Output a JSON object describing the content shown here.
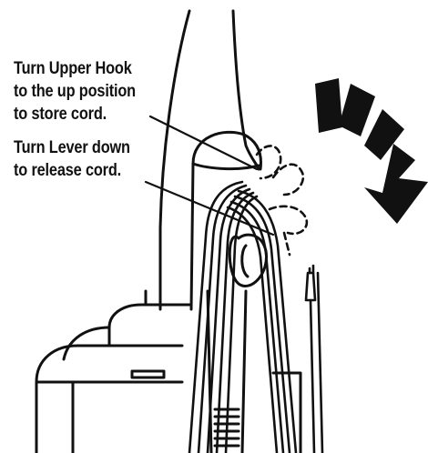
{
  "callouts": {
    "upper_hook": {
      "line1": "Turn Upper Hook",
      "line2": "to the up position",
      "line3": "to store cord."
    },
    "lever": {
      "line1": "Turn Lever down",
      "line2": "to release cord."
    }
  },
  "colors": {
    "ink": "#111111",
    "background": "#ffffff"
  },
  "icons": {
    "rotation_arrow": "curved-clockwise-arrow-icon"
  }
}
